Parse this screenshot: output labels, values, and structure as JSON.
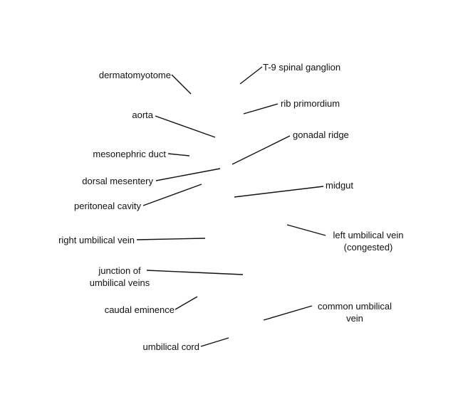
{
  "labels": {
    "dermatomyotome": "dermatomyotome",
    "aorta": "aorta",
    "mesonephric_duct": "mesonephric duct",
    "dorsal_mesentery": "dorsal mesentery",
    "peritoneal_cavity": "peritoneal cavity",
    "right_umbilical_vein": "right umbilical vein",
    "junction_line1": "junction of",
    "junction_line2": "umbilical veins",
    "caudal_eminence": "caudal eminence",
    "umbilical_cord": "umbilical cord",
    "t9_spinal_ganglion": "T-9 spinal ganglion",
    "rib_primordium": "rib primordium",
    "gonadal_ridge": "gonadal ridge",
    "midgut": "midgut",
    "left_umbilical_vein_line1": "left umbilical vein",
    "left_umbilical_vein_line2": "(congested)",
    "common_umbilical_vein_line1": "common umbilical",
    "common_umbilical_vein_line2": "vein"
  },
  "colors": {
    "text": "#111111",
    "leader_line": "#111111",
    "background": "#ffffff"
  }
}
